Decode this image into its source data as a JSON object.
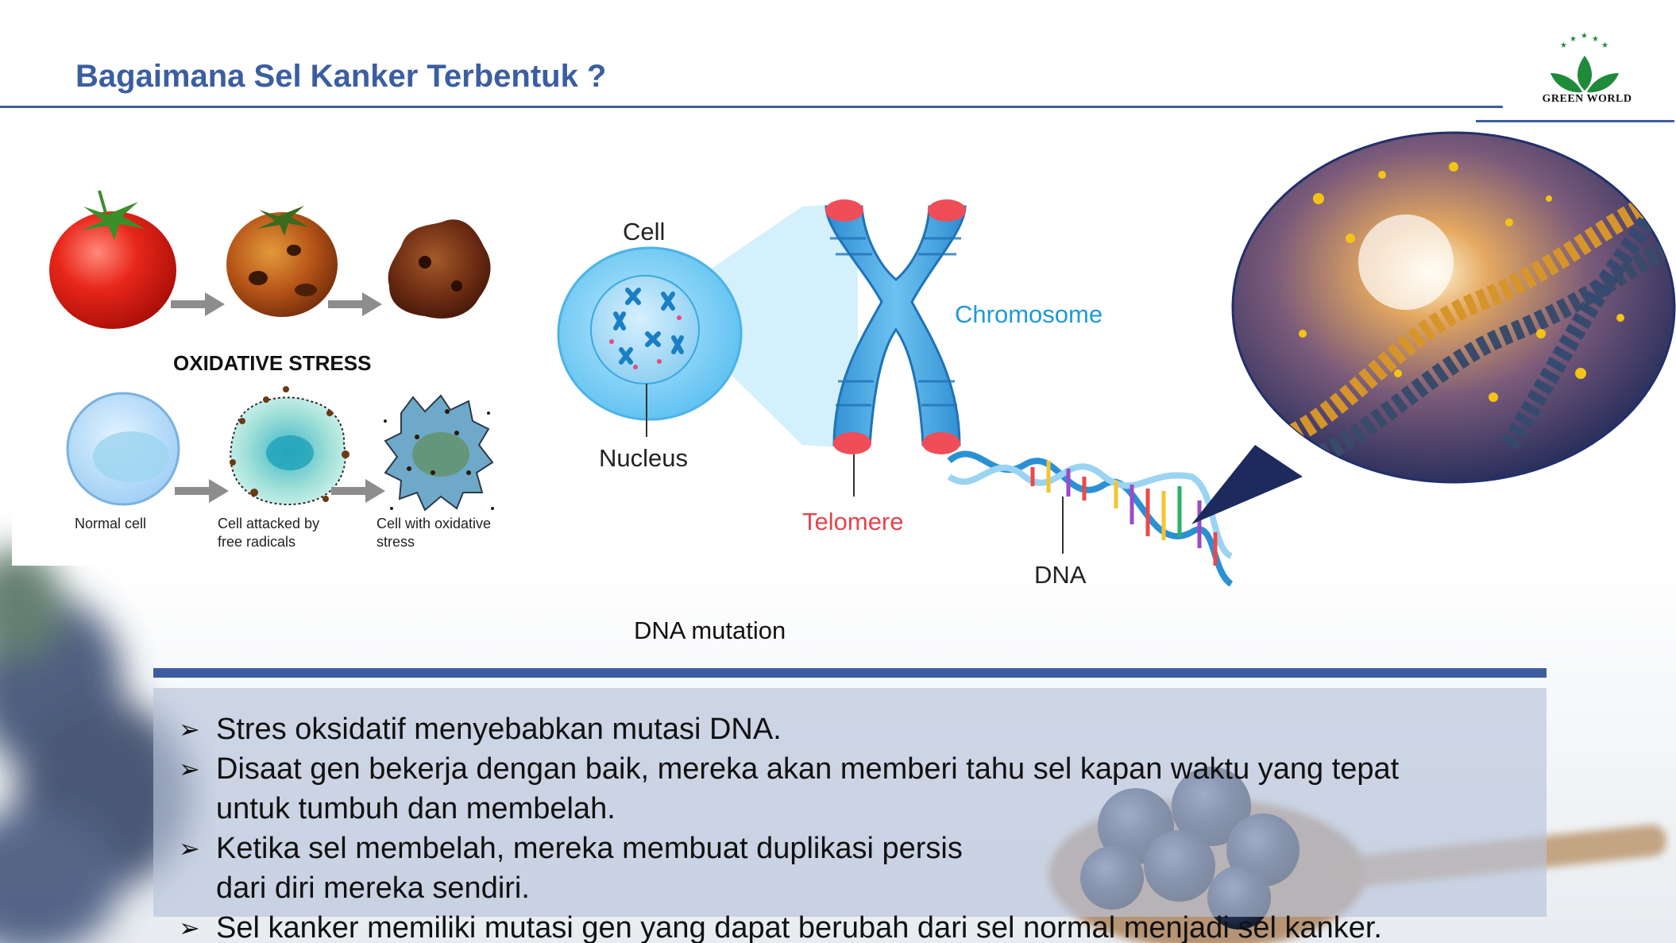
{
  "slide": {
    "title": "Bagaimana Sel Kanker Terbentuk ?",
    "logo_text": "GREEN WORLD"
  },
  "oxidative_panel": {
    "heading": "OXIDATIVE STRESS",
    "captions": {
      "normal": "Normal cell",
      "attacked_line1": "Cell attacked by",
      "attacked_line2": "free radicals",
      "stress_line1": "Cell with oxidative",
      "stress_line2": "stress"
    }
  },
  "dna_diagram": {
    "cell": "Cell",
    "nucleus": "Nucleus",
    "chromosome": "Chromosome",
    "telomere": "Telomere",
    "dna": "DNA",
    "caption": "DNA mutation"
  },
  "colors": {
    "title_blue": "#3b5ea0",
    "bar_blue": "#3d5e9e",
    "chromosome_cyan": "#1e9ad8",
    "telomere_red": "#e4454d"
  },
  "bullets": [
    {
      "marker": "➢",
      "lines": [
        "Stres oksidatif menyebabkan mutasi DNA."
      ]
    },
    {
      "marker": "➢",
      "lines": [
        "Disaat gen bekerja dengan baik, mereka akan memberi tahu sel kapan waktu yang tepat",
        "untuk tumbuh dan membelah."
      ]
    },
    {
      "marker": "➢",
      "lines": [
        "Ketika sel membelah, mereka membuat duplikasi persis",
        "dari diri mereka sendiri."
      ]
    },
    {
      "marker": "➢",
      "lines": [
        "Sel kanker memiliki mutasi gen yang dapat berubah dari sel normal menjadi sel kanker."
      ]
    }
  ]
}
